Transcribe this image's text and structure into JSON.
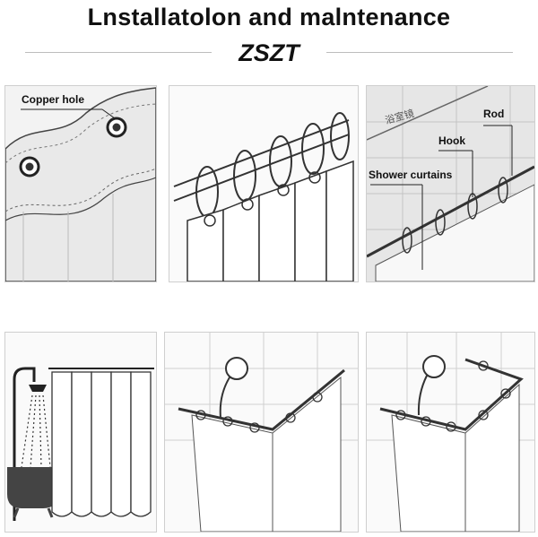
{
  "header": {
    "title": "Lnstallatolon and malntenance",
    "brand": "ZSZT"
  },
  "panels": {
    "copper": {
      "label": "Copper hole"
    },
    "rod": {
      "rod_label": "Rod",
      "hook_label": "Hook",
      "curtain_label": "Shower curtains",
      "wall_sign": "浴室镜"
    }
  },
  "colors": {
    "line": "#333333",
    "panel_bg": "#fafafa",
    "wall_tile": "#cfcfcf"
  }
}
